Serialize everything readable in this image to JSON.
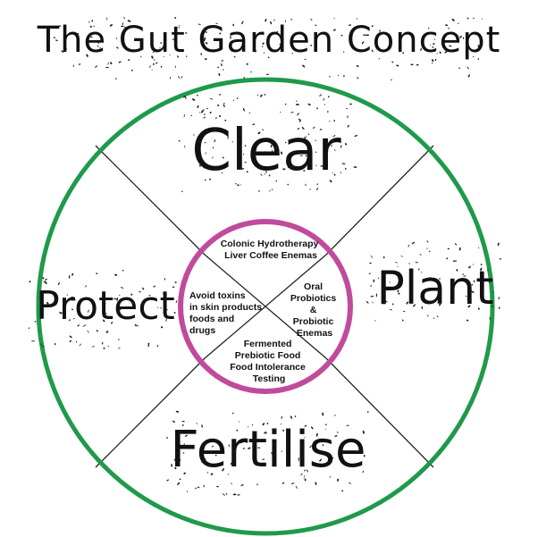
{
  "title": "The Gut Garden Concept",
  "colors": {
    "outer_ring": "#1f9a4a",
    "inner_ring": "#c04b9c",
    "text": "#111111",
    "divider": "#222222"
  },
  "quadrants": {
    "top": {
      "label": "Clear",
      "inner_lines": [
        "Colonic Hydrotherapy",
        "Liver Coffee Enemas"
      ]
    },
    "right": {
      "label": "Plant",
      "inner_lines": [
        "Oral",
        "Probiotics",
        "&",
        "Probiotic",
        "Enemas"
      ]
    },
    "bottom": {
      "label": "Fertilise",
      "inner_lines": [
        "Fermented",
        "Prebiotic Food",
        "Food Intolerance",
        "Testing"
      ]
    },
    "left": {
      "label": "Protect",
      "inner_lines": [
        "Avoid toxins",
        "in skin products",
        "foods and",
        "drugs"
      ]
    }
  }
}
